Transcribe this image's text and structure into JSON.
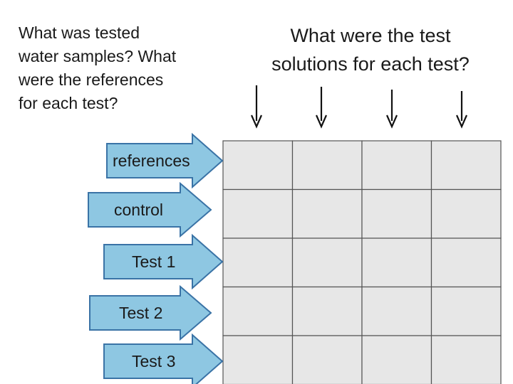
{
  "left_question": "What was tested\nwater samples?  What\nwere the references\nfor each test?",
  "right_question": "What were the test\nsolutions for each test?",
  "row_arrows": [
    {
      "label": "references"
    },
    {
      "label": "control"
    },
    {
      "label": "Test 1"
    },
    {
      "label": "Test 2"
    },
    {
      "label": "Test 3"
    }
  ],
  "grid": {
    "rows": 5,
    "columns": 4
  },
  "colors": {
    "arrow_fill": "#8ec7e2",
    "arrow_stroke": "#3a73a6",
    "cell_fill": "#e7e7e7",
    "grid_line": "#555555",
    "down_arrow": "#111111"
  },
  "icons": [
    "down-arrow-icon",
    "right-arrow-icon"
  ]
}
